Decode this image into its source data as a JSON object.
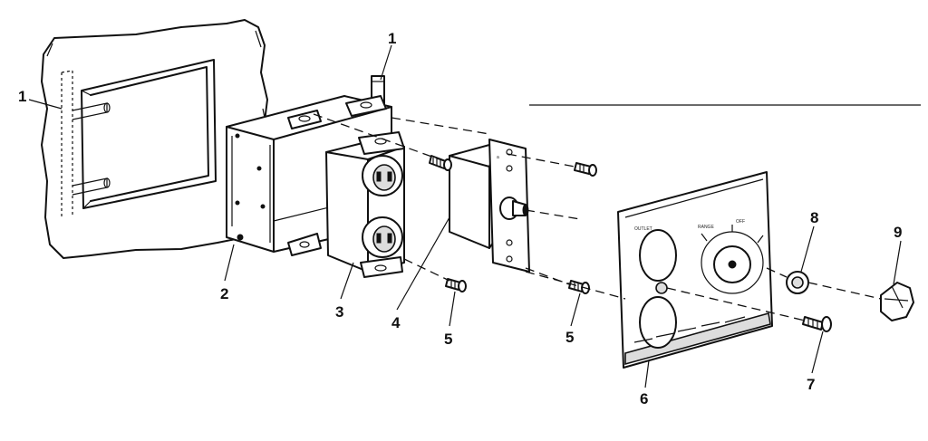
{
  "callouts": {
    "c1_left": "1",
    "c1_top": "1",
    "c2": "2",
    "c3": "3",
    "c4": "4",
    "c5_left": "5",
    "c5_right": "5",
    "c6": "6",
    "c7": "7",
    "c8": "8",
    "c9": "9"
  }
}
